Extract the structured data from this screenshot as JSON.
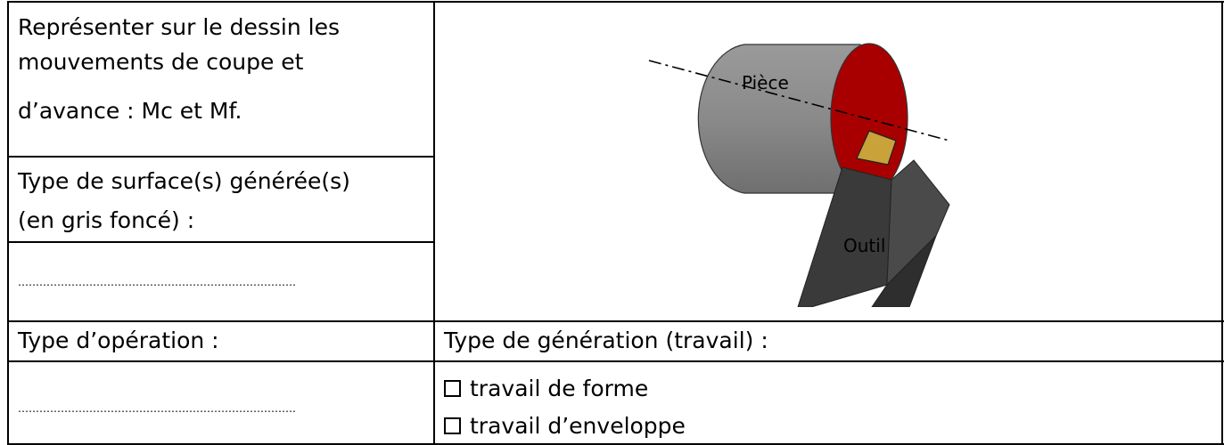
{
  "instruction": {
    "line1": "Représenter sur le dessin les",
    "line2": "mouvements de coupe et",
    "line3": "d’avance : Mc et Mf."
  },
  "surface": {
    "line1": "Type de surface(s) générée(s)",
    "line2": "(en gris foncé) :"
  },
  "answer_dots": "……………………………………………………………………",
  "operation": {
    "label": "Type d’opération :"
  },
  "generation": {
    "label": "Type de génération (travail) :",
    "options": [
      "travail de forme",
      "travail d’enveloppe"
    ]
  },
  "figure": {
    "piece_label": "Pièce",
    "outil_label": "Outil",
    "colors": {
      "piece_body": "#8c8c8c",
      "piece_face": "#b00000",
      "tool_body": "#3c3c3c",
      "insert": "#c9a23a"
    }
  }
}
